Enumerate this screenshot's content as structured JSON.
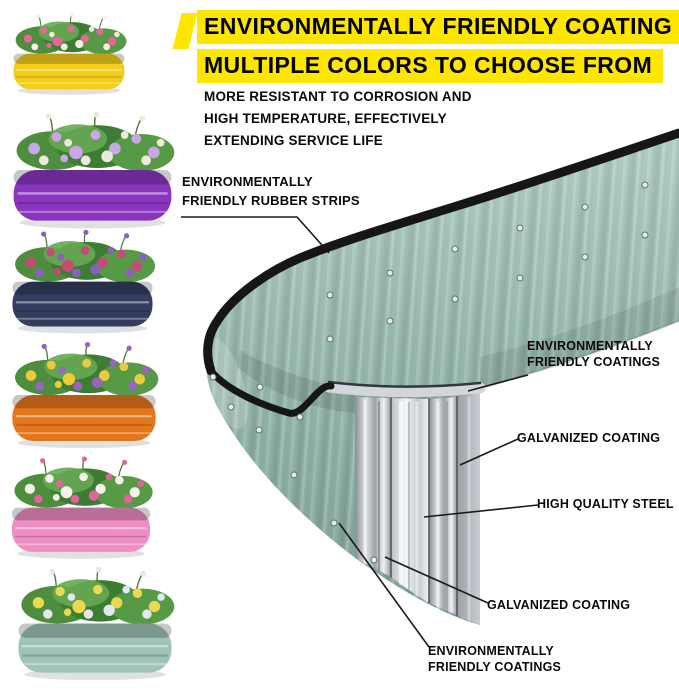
{
  "header": {
    "title_line1": "ENVIRONMENTALLY FRIENDLY COATING",
    "title_line2": "MULTIPLE COLORS TO CHOOSE FROM",
    "subtitle_line1": "MORE RESISTANT TO CORROSION AND",
    "subtitle_line2": "HIGH TEMPERATURE, EFFECTIVELY",
    "subtitle_line3": "EXTENDING SERVICE LIFE",
    "highlight_color": "#FFE600"
  },
  "callouts": {
    "rubber_line1": "ENVIRONMENTALLY",
    "rubber_line2": "FRIENDLY RUBBER STRIPS",
    "coatings_top_line1": "ENVIRONMENTALLY",
    "coatings_top_line2": "FRIENDLY COATINGS",
    "galvanized_upper": "GALVANIZED COATING",
    "steel": "HIGH QUALITY STEEL",
    "galvanized_lower": "GALVANIZED COATING",
    "coatings_bottom_line1": "ENVIRONMENTALLY",
    "coatings_bottom_line2": "FRIENDLY COATINGS"
  },
  "product": {
    "body_color": "#9CC0B4",
    "rubber_strip_color": "#161616",
    "steel_color": "#D9DEE2",
    "rivet_color": "#E6EDE9"
  },
  "variants": [
    {
      "name": "yellow",
      "tub": "#F2CE1B",
      "flower1": "#E8659A",
      "flower2": "#F4EFE2"
    },
    {
      "name": "purple",
      "tub": "#8A35BF",
      "flower1": "#C9A6E8",
      "flower2": "#EDE9DE"
    },
    {
      "name": "navy",
      "tub": "#333D5E",
      "flower1": "#C64A78",
      "flower2": "#8A5FC0"
    },
    {
      "name": "orange",
      "tub": "#E4771C",
      "flower1": "#EDC93C",
      "flower2": "#9A63C4"
    },
    {
      "name": "pink",
      "tub": "#EE8EC5",
      "flower1": "#F6F2EA",
      "flower2": "#E2639F"
    },
    {
      "name": "green",
      "tub": "#9FC3B5",
      "flower1": "#EAD94E",
      "flower2": "#E3E8EE"
    }
  ]
}
